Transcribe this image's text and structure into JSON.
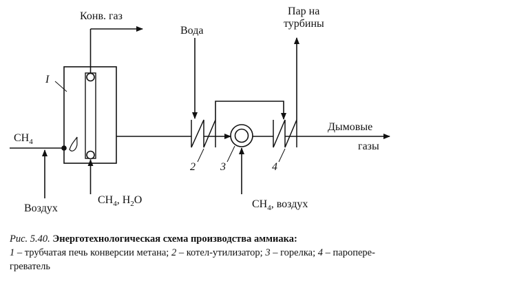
{
  "labels": {
    "konv_gaz": "Конв. газ",
    "voda": "Вода",
    "par": [
      "Пар на",
      "турбины"
    ],
    "ch4": "CH",
    "ch4_sub": "4",
    "vozduh": "Воздух",
    "ch4_h2o_1": "CH",
    "ch4_h2o_sub1": "4",
    "ch4_h2o_2": ", H",
    "ch4_h2o_sub2": "2",
    "ch4_h2o_3": "O",
    "ch4_vozduh_1": "CH",
    "ch4_vozduh_sub": "4",
    "ch4_vozduh_2": ", воздух",
    "dymovye": "Дымовые",
    "gazy": "газы",
    "num_1": "I",
    "num_2": "2",
    "num_3": "3",
    "num_4": "4"
  },
  "caption": {
    "fig_label": "Рис. 5.40.",
    "title": "Энерготехнологическая схема производства аммиака:",
    "legend_line1": {
      "n1": "1",
      "t1": " – трубчатая печь конверсии метана; ",
      "n2": "2",
      "t2": " – котел-утилизатор; ",
      "n3": "3",
      "t3": " – горелка; ",
      "n4": "4",
      "t4": " – пароперe-"
    },
    "legend_line2": "греватель"
  }
}
